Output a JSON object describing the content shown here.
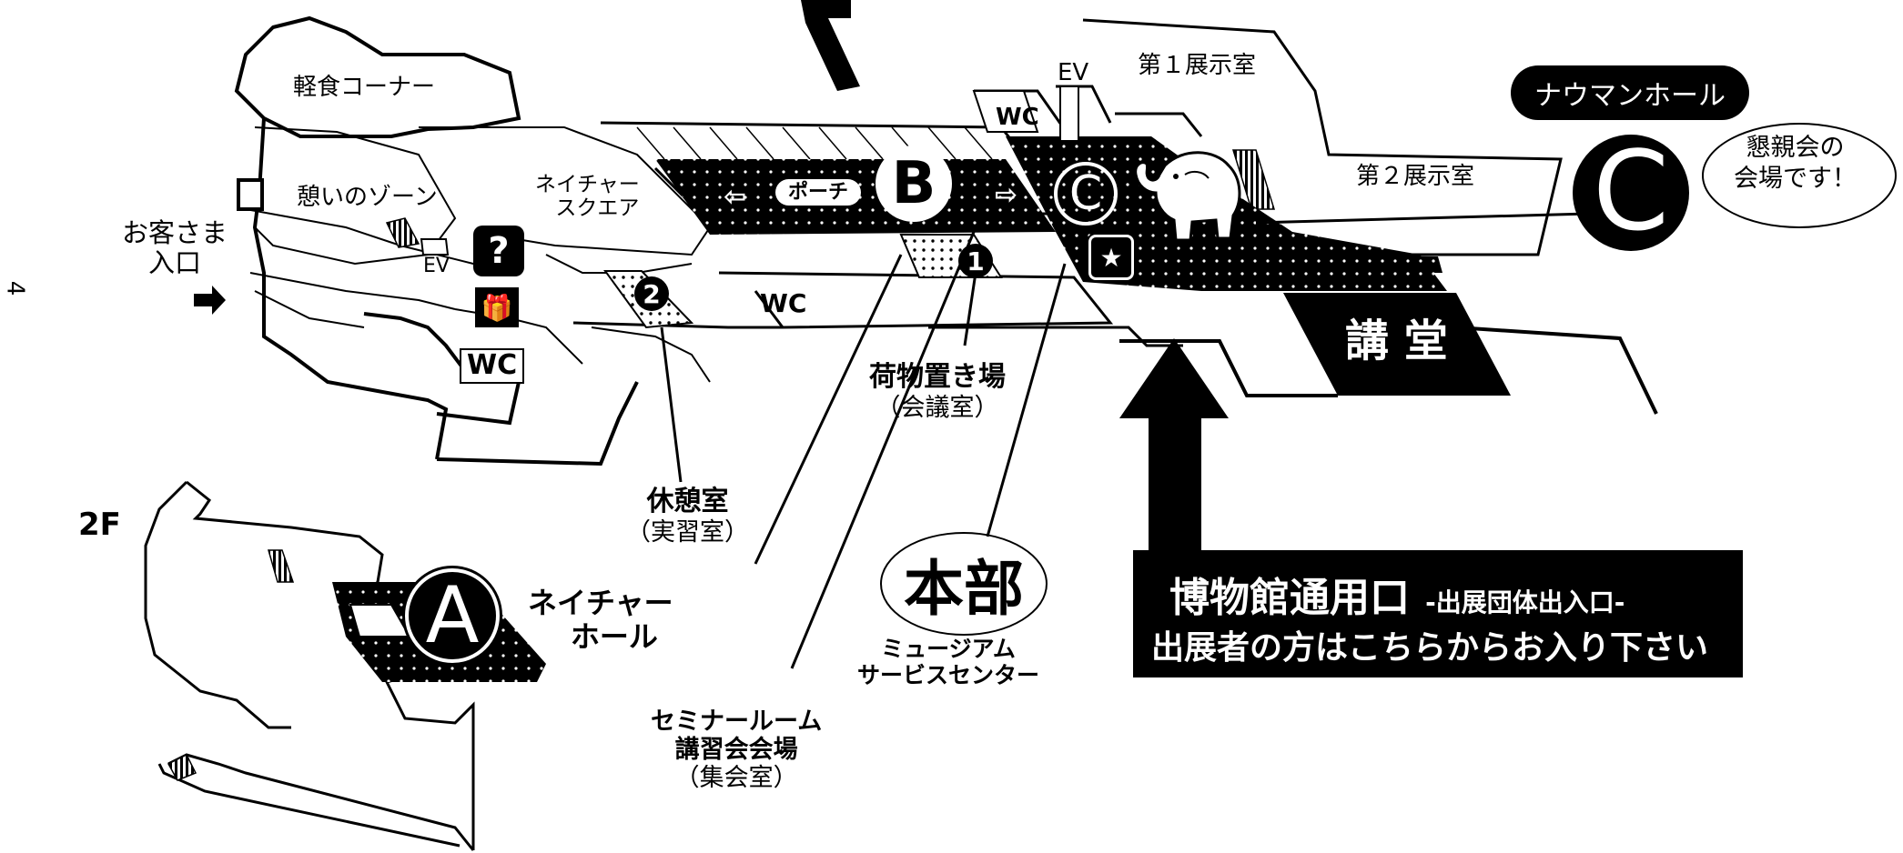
{
  "page_number": "4",
  "floor_2f_label": "2F",
  "areas": {
    "snack_corner": "軽食コーナー",
    "rest_zone": "憩いのゾーン",
    "nature_square": [
      "ネイチャー",
      "スクエア"
    ],
    "exhibit_room_1": "第１展示室",
    "exhibit_room_2": "第２展示室",
    "ev_label": "EV",
    "wc_label": "WC",
    "porch_label": "ポーチ",
    "auditorium": "講 堂"
  },
  "guest_entrance": [
    "お客さま",
    "入口"
  ],
  "naumann_hall": "ナウマンホール",
  "speech_bubble": [
    "懇親会の",
    "会場です！"
  ],
  "markers": {
    "A": "A",
    "B": "B",
    "C": "C",
    "one": "1",
    "two": "2",
    "question": "?",
    "star": "★",
    "gift": "🎁"
  },
  "callouts": {
    "baggage": {
      "main": "荷物置き場",
      "sub": "（会議室）"
    },
    "rest_room": {
      "main": "休憩室",
      "sub": "（実習室）"
    },
    "headquarters": {
      "main": "本部",
      "sub": [
        "ミュージアム",
        "サービスセンター"
      ]
    },
    "seminar": {
      "main": [
        "セミナールーム",
        "講習会会場"
      ],
      "sub": "（集会室）"
    },
    "nature_hall": [
      "ネイチャー",
      "ホール"
    ]
  },
  "staff_entrance": {
    "title": "博物館通用口",
    "suffix": "-出展団体出入口-",
    "note": "出展者の方はこちらからお入り下さい"
  }
}
